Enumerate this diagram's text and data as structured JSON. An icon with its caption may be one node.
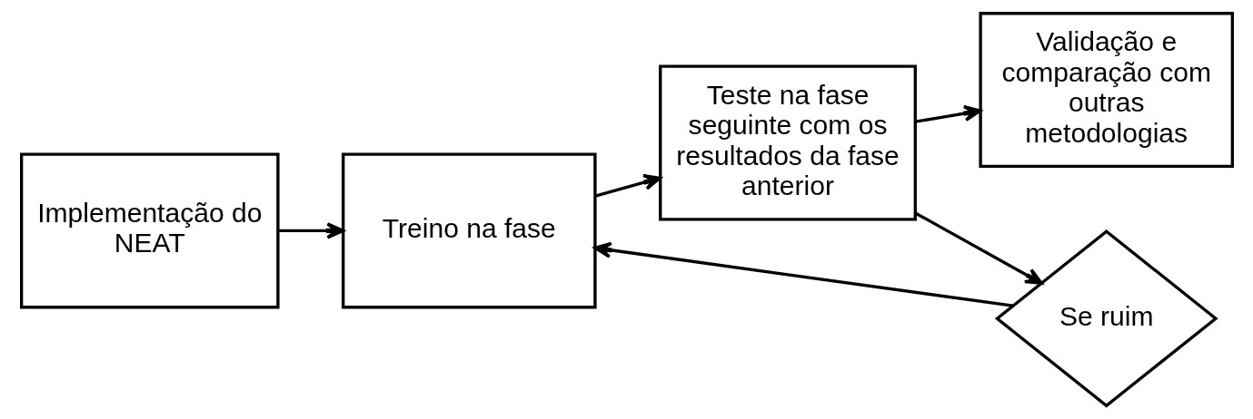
{
  "diagram": {
    "nodes": [
      {
        "text": [
          "Implementação do NEAT"
        ]
      },
      {
        "text": [
          "Treino na fase"
        ]
      },
      {
        "text": [
          "Teste na fase seguinte com os resultados da fase anterior"
        ]
      },
      {
        "text": [
          "Validação e comparação com outras metodologias"
        ]
      },
      {
        "text": [
          "Se ruim"
        ]
      }
    ],
    "edges": [
      {
        "from": 0,
        "to": 1,
        "arrow": "to"
      },
      {
        "from": 1,
        "to": 2,
        "arrow": "to"
      },
      {
        "from": 2,
        "to": 3,
        "arrow": "to"
      },
      {
        "from": 2,
        "to": 4,
        "arrow": "to"
      },
      {
        "from": 4,
        "to": 1,
        "arrow": "to"
      }
    ]
  }
}
